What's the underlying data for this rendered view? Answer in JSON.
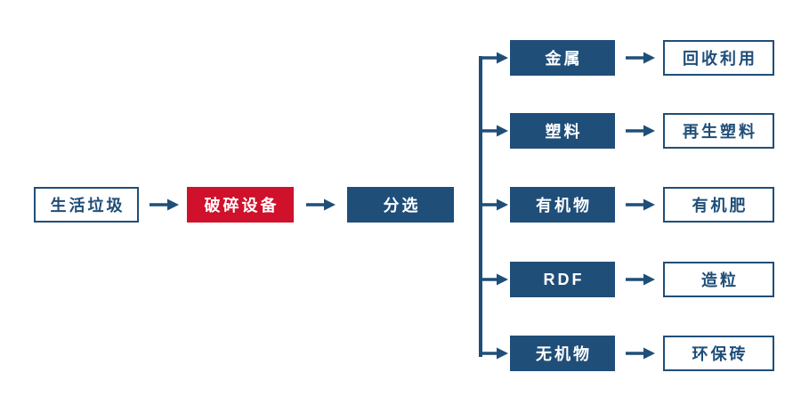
{
  "diagram": {
    "type": "flowchart",
    "direction": "left-to-right",
    "colors": {
      "dark_blue": "#1f4e79",
      "red": "#d0112b",
      "light_text": "#ffffff",
      "background": "#ffffff"
    },
    "main_flow": [
      {
        "label": "生活垃圾",
        "style": "outlined"
      },
      {
        "label": "破碎设备",
        "style": "red"
      },
      {
        "label": "分选",
        "style": "solid"
      }
    ],
    "branches": [
      {
        "output": "金属",
        "result": "回收利用"
      },
      {
        "output": "塑料",
        "result": "再生塑料"
      },
      {
        "output": "有机物",
        "result": "有机肥"
      },
      {
        "output": "RDF",
        "result": "造粒"
      },
      {
        "output": "无机物",
        "result": "环保砖"
      }
    ],
    "icons": {
      "arrow_right": "→"
    }
  }
}
